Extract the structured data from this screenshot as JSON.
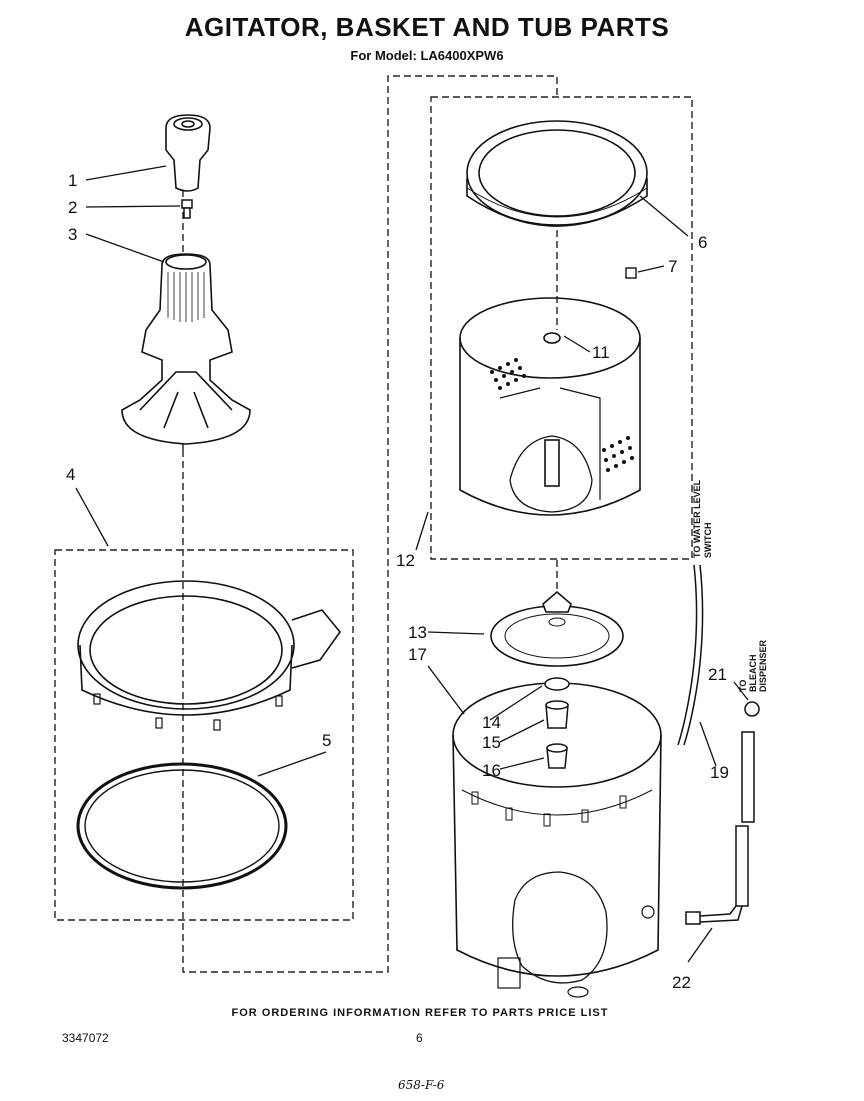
{
  "header": {
    "title": "AGITATOR, BASKET AND TUB PARTS",
    "subtitle": "For Model: LA6400XPW6"
  },
  "callouts": [
    "1",
    "2",
    "3",
    "4",
    "5",
    "6",
    "7",
    "11",
    "12",
    "13",
    "17",
    "14",
    "15",
    "16",
    "19",
    "21",
    "22"
  ],
  "side_labels": {
    "water_level_1": "TO WATER LEVEL",
    "water_level_2": "SWITCH",
    "bleach_1": "TO",
    "bleach_2": "BLEACH",
    "bleach_3": "DISPENSER"
  },
  "footer": {
    "note": "FOR ORDERING INFORMATION REFER TO PARTS PRICE LIST",
    "doc_number": "3347072",
    "page_number": "6",
    "handwritten": "658-F-6"
  }
}
